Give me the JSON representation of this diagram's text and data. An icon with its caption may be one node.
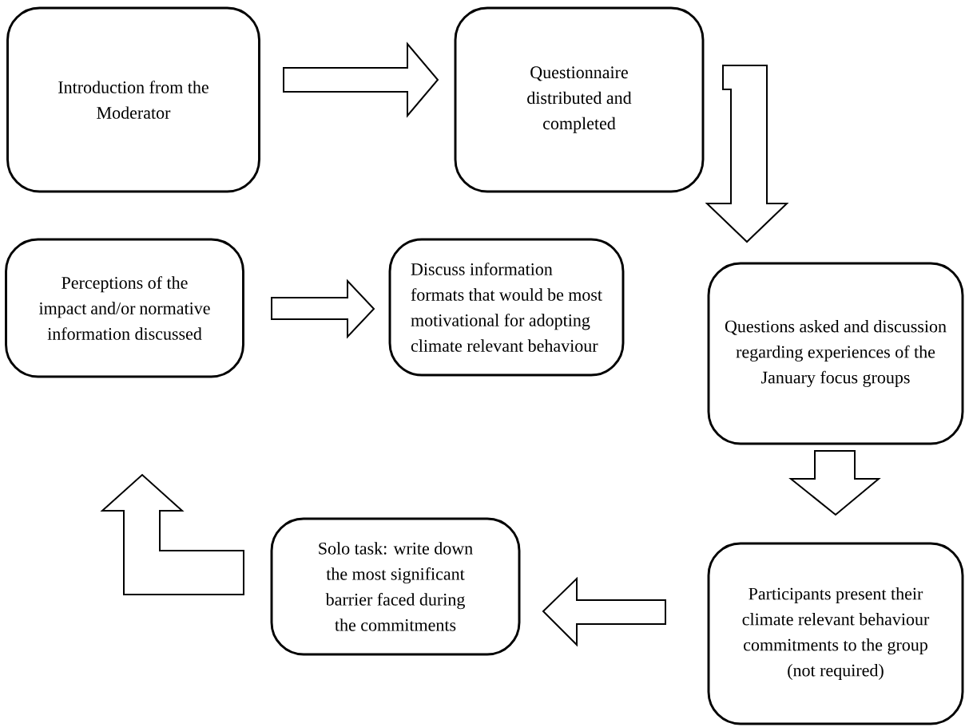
{
  "diagram": {
    "nodes": [
      {
        "text": [
          "Introduction from the Moderator"
        ]
      },
      {
        "text": [
          "Questionnaire distributed and completed"
        ]
      },
      {
        "text": [
          "Perceptions of the impact and/or normative information discussed"
        ]
      },
      {
        "text": [
          "Discuss information formats that would be most motivational for adopting climate relevant behaviour"
        ]
      },
      {
        "text": [
          "Questions asked and discussion regarding experiences of the January focus groups"
        ]
      },
      {
        "text": [
          "Solo task: write down the most significant barrier faced during the commitments"
        ]
      },
      {
        "text": [
          "Participants present their climate relevant behaviour commitments to the group (not required)"
        ]
      }
    ],
    "edges": [
      {
        "from": 0,
        "to": 1,
        "arrow": "to"
      },
      {
        "from": 1,
        "to": 4,
        "arrow": "to"
      },
      {
        "from": 2,
        "to": 3,
        "arrow": "to"
      },
      {
        "from": 4,
        "to": 6,
        "arrow": "to"
      },
      {
        "from": 6,
        "to": 5,
        "arrow": "to"
      },
      {
        "from": 5,
        "to": 2,
        "arrow": "to"
      }
    ]
  }
}
